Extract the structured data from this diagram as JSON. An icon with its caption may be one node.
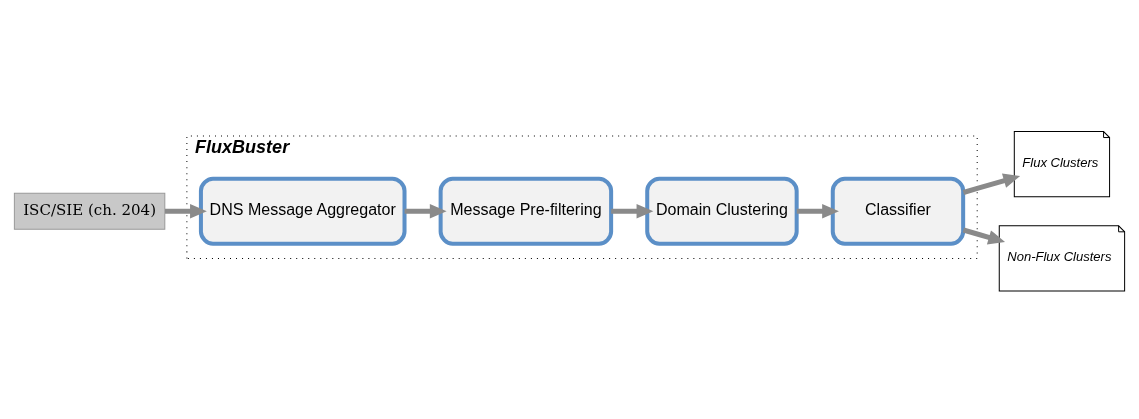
{
  "diagram": {
    "nodes": [
      {
        "text": [
          "FluxBuster"
        ]
      },
      {
        "text": [
          "DNS Message Aggregator"
        ],
        "in": 0
      },
      {
        "text": [
          "Message Pre-filtering"
        ],
        "in": 0
      },
      {
        "text": [
          "Domain Clustering"
        ],
        "in": 0
      },
      {
        "text": [
          "Classifier"
        ],
        "in": 0
      },
      {
        "text": [
          "ISC/SIE (ch. 204)"
        ]
      },
      {
        "text": [
          "Flux Clusters"
        ]
      },
      {
        "text": [
          "Non-Flux Clusters"
        ]
      }
    ],
    "edges": [
      {
        "from": 1,
        "to": 2,
        "arrow": "to"
      },
      {
        "from": 2,
        "to": 3,
        "arrow": "to"
      },
      {
        "from": 3,
        "to": 4,
        "arrow": "to"
      },
      {
        "from": 5,
        "to": 1,
        "arrow": "to"
      },
      {
        "from": 4,
        "to": 6,
        "arrow": "to"
      },
      {
        "from": 4,
        "to": 7,
        "arrow": "to"
      }
    ]
  }
}
